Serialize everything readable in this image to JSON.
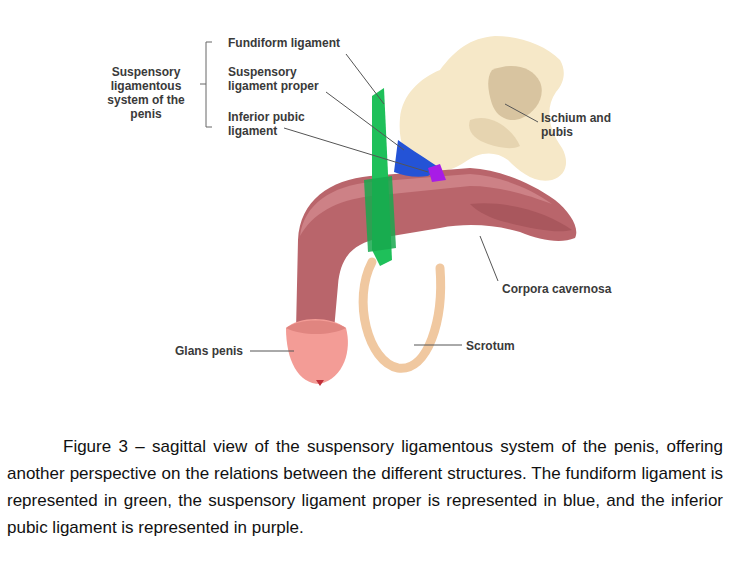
{
  "diagram": {
    "caption": "Figure 3 – sagittal view of the suspensory ligamentous system of the penis, offering another perspective on the relations between the different structures. The fundiform ligament is represented in green, the suspensory ligament proper is represented in blue, and the inferior pubic ligament is represented in purple.",
    "labels": [
      "Suspensory ligamentous system of the penis",
      "Fundiform ligament",
      "Suspensory ligament proper",
      "Inferior pubic ligament",
      "Ischium and pubis",
      "Corpora cavernosa",
      "Scrotum",
      "Glans penis"
    ]
  }
}
